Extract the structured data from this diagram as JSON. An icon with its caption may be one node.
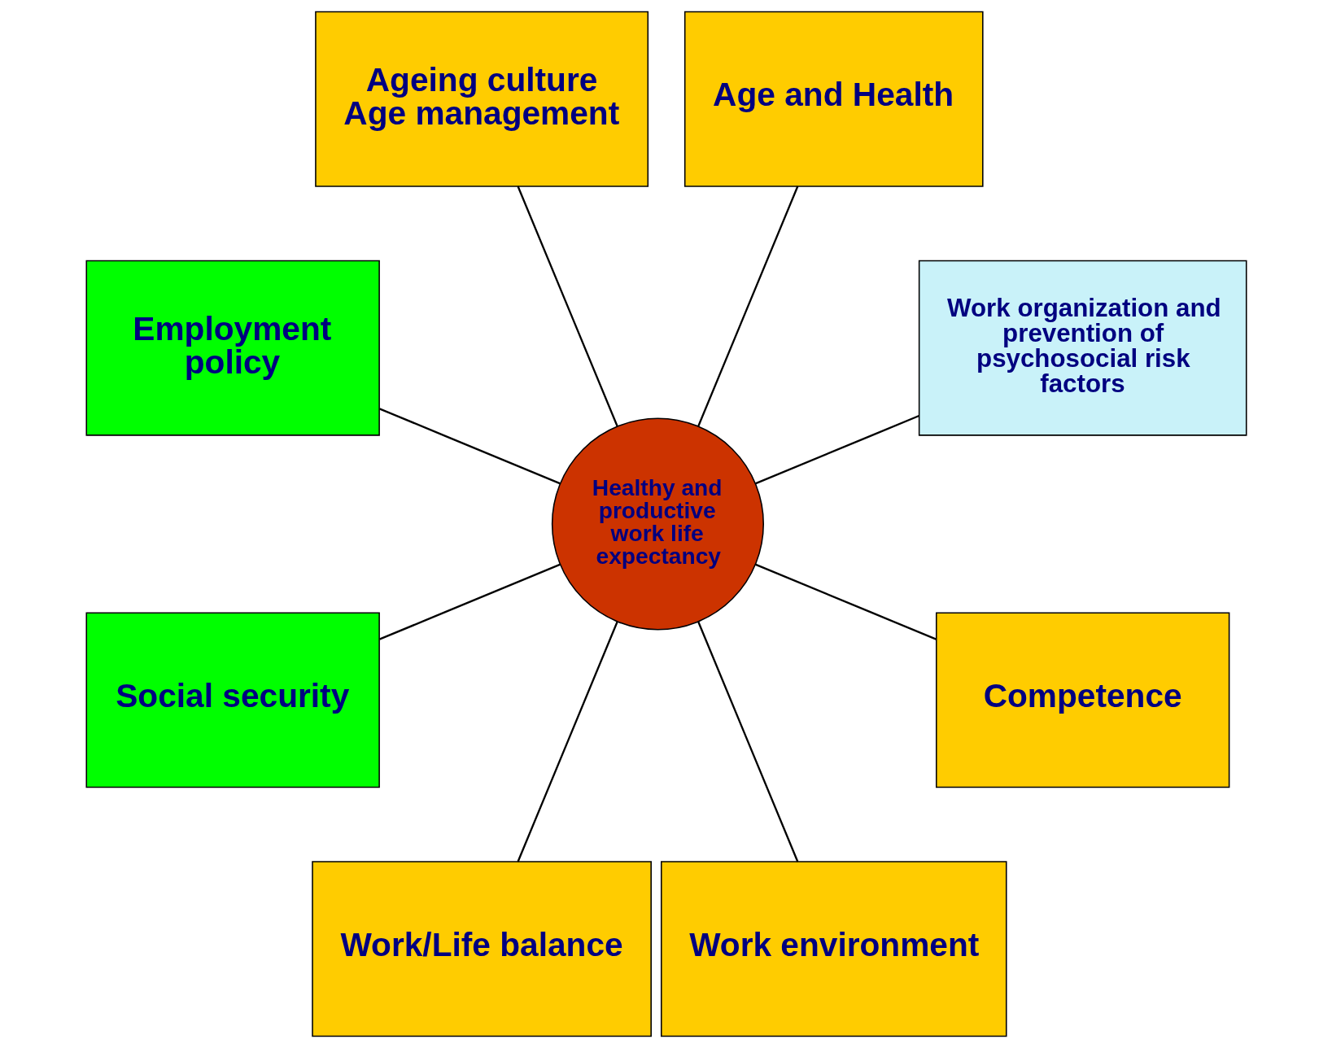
{
  "diagram": {
    "nodes": [
      {
        "text": [
          "Work organization and prevention of psychosocial risk factors"
        ]
      },
      {
        "text": [
          "Age and Health"
        ]
      },
      {
        "text": [
          "Ageing culture",
          "Age management"
        ]
      },
      {
        "text": [
          "Employment policy"
        ]
      },
      {
        "text": [
          "Healthy and productive work life expectancy"
        ]
      },
      {
        "text": [
          "Social security"
        ]
      },
      {
        "text": [
          "Work/Life balance"
        ]
      },
      {
        "text": [
          "Work environment"
        ]
      },
      {
        "text": [
          "Competence"
        ]
      }
    ],
    "edges": [
      {
        "from": 4,
        "to": 0,
        "arrow": "none"
      },
      {
        "from": 4,
        "to": 1,
        "arrow": "none"
      },
      {
        "from": 4,
        "to": 2,
        "arrow": "none"
      },
      {
        "from": 4,
        "to": 3,
        "arrow": "none"
      },
      {
        "from": 4,
        "to": 5,
        "arrow": "none"
      },
      {
        "from": 4,
        "to": 6,
        "arrow": "none"
      },
      {
        "from": 4,
        "to": 7,
        "arrow": "none"
      },
      {
        "from": 4,
        "to": 8,
        "arrow": "none"
      }
    ]
  }
}
